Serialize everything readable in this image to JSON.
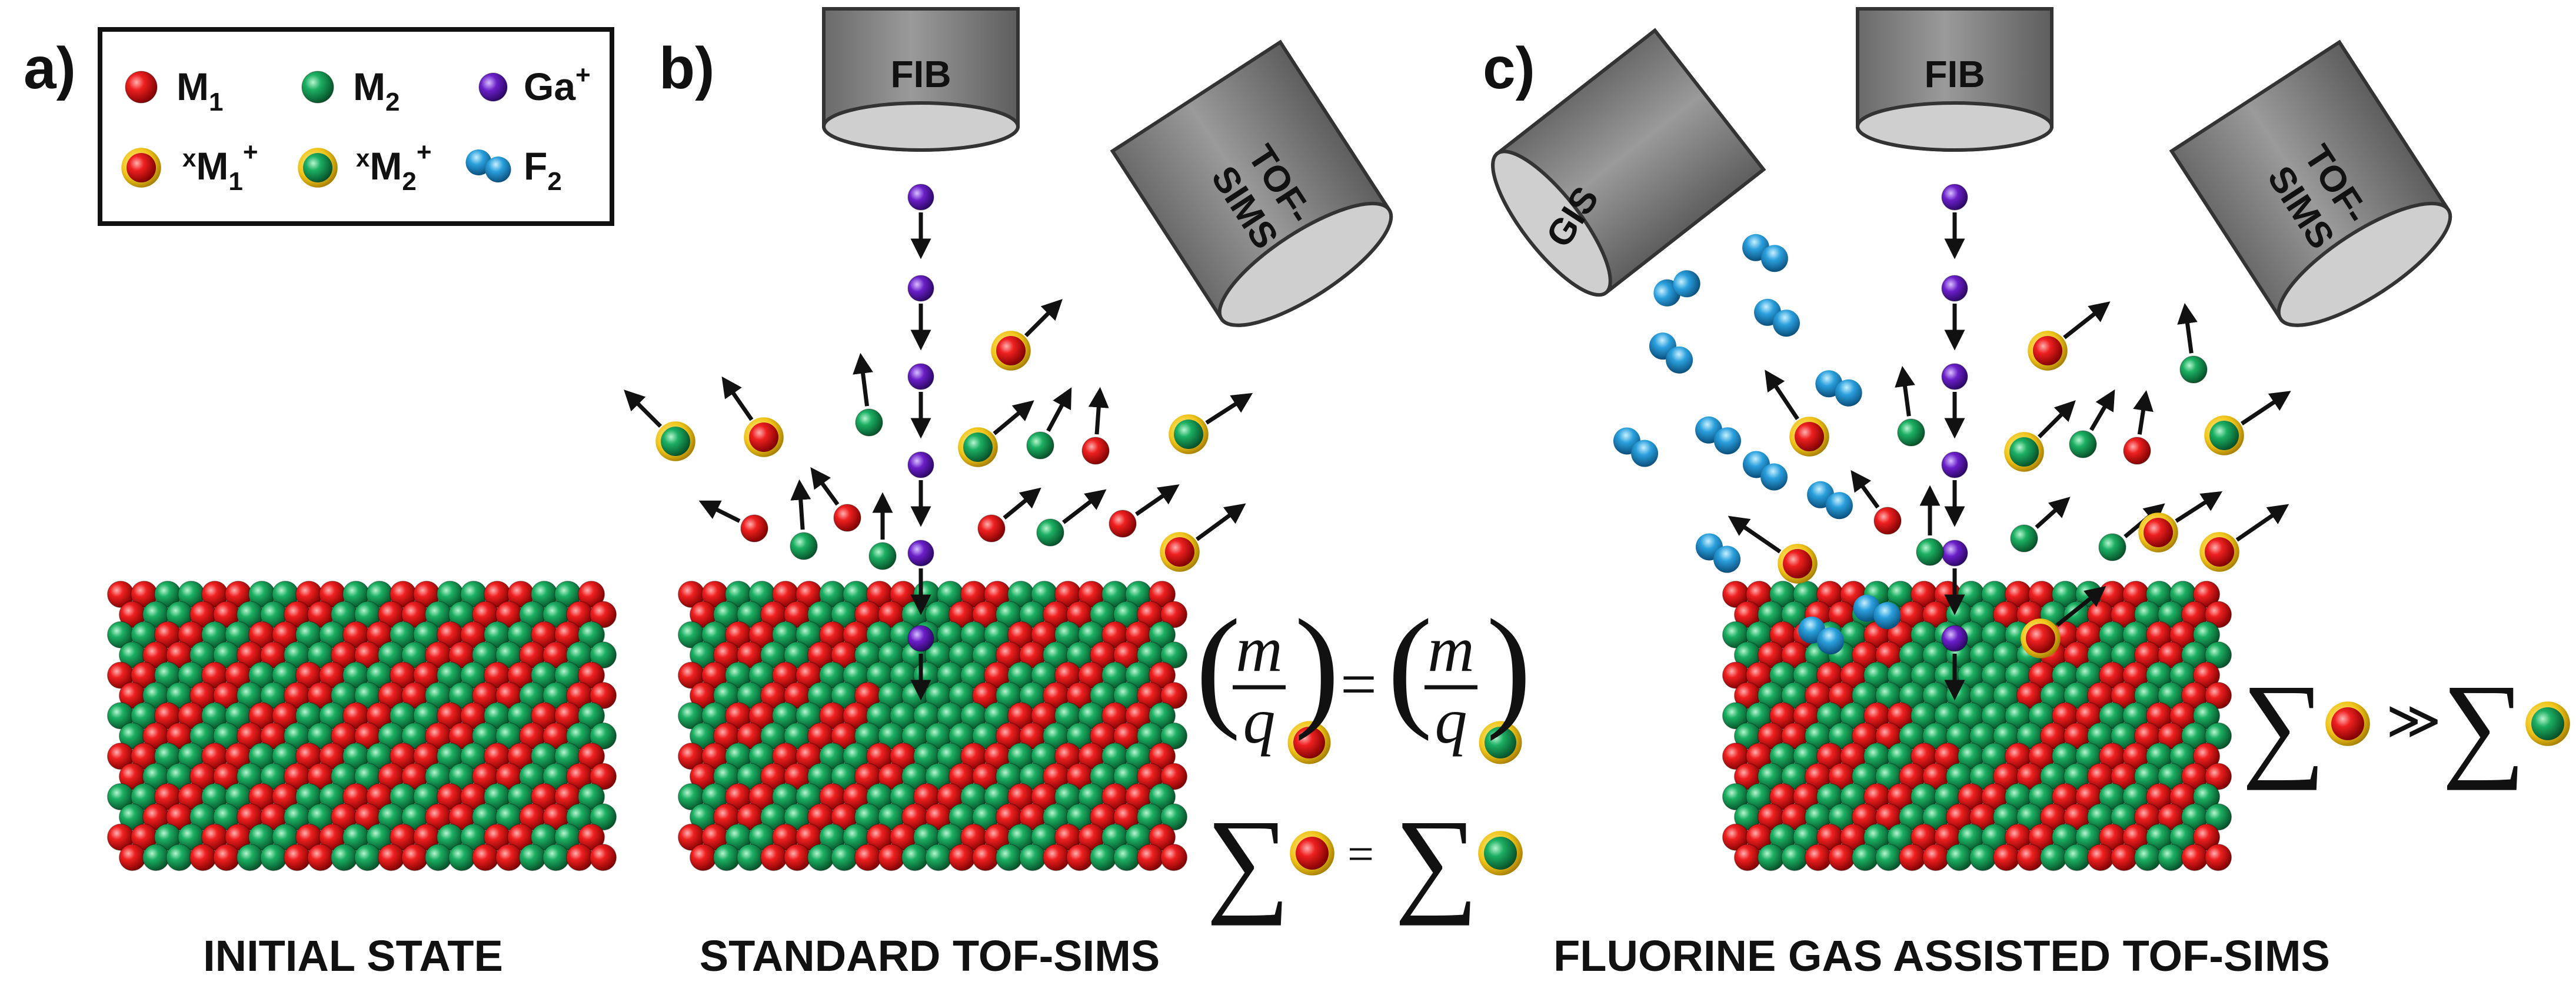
{
  "panels": {
    "a": {
      "label": "a)",
      "caption": "INITIAL STATE"
    },
    "b": {
      "label": "b)",
      "caption": "STANDARD TOF-SIMS"
    },
    "c": {
      "label": "c)",
      "caption": "FLUORINE GAS ASSISTED TOF-SIMS"
    }
  },
  "legend": {
    "m1": {
      "base": "M",
      "sub": "1"
    },
    "m2": {
      "base": "M",
      "sub": "2"
    },
    "ga": {
      "base": "Ga",
      "sup": "+"
    },
    "xm1": {
      "pre": "x",
      "base": "M",
      "sub": "1",
      "sup": "+"
    },
    "xm2": {
      "pre": "x",
      "base": "M",
      "sub": "2",
      "sup": "+"
    },
    "f2": {
      "base": "F",
      "sub": "2"
    }
  },
  "instruments": {
    "fib": "FIB",
    "tofsims_line1": "TOF-",
    "tofsims_line2": "SIMS",
    "gis": "GIS"
  },
  "equations": {
    "m": "m",
    "q": "q",
    "equals": "=",
    "sum": "∑",
    "much_greater": "≫"
  },
  "colors": {
    "m1_red": "#e01818",
    "m2_green": "#17a85a",
    "ga_purple": "#6a1fc8",
    "f2_blue": "#2a9fdc",
    "ion_ring_yellow": "#f0c419",
    "instrument_gray": "#808080",
    "instrument_top": "#cfcfcf"
  },
  "icons": {
    "m1": "red-sphere-icon",
    "m2": "green-sphere-icon",
    "ga": "purple-sphere-icon",
    "xm1": "red-ion-icon",
    "xm2": "green-ion-icon",
    "f2": "f2-molecule-icon"
  }
}
